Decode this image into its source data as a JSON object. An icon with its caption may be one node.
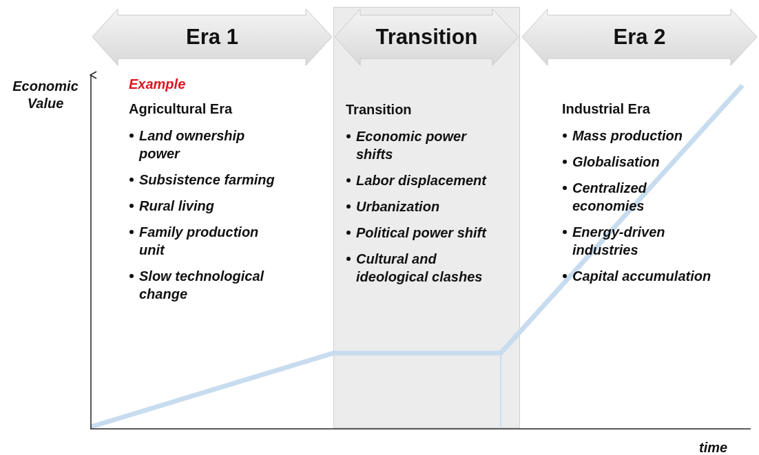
{
  "diagram": {
    "nodes": [
      {
        "text": [
          "Era 1"
        ]
      },
      {
        "text": [
          "Transition",
          "Economic power shifts",
          "Labor displacement",
          "Urbanization",
          "Political power shift",
          "Cultural and ideological clashes"
        ]
      },
      {
        "text": [
          "Transition"
        ],
        "in": 1
      },
      {
        "text": [
          "Era 2"
        ]
      }
    ],
    "edges": [],
    "labels": [
      "Economic Value",
      "Example",
      "Agricultural Era",
      "Land ownership power",
      "Subsistence farming",
      "Rural living",
      "Family production unit",
      "Slow technological change",
      "Industrial Era",
      "Mass production",
      "Globalisation",
      "Centralized economies",
      "Energy-driven industries",
      "Capital accumulation",
      "time"
    ]
  }
}
